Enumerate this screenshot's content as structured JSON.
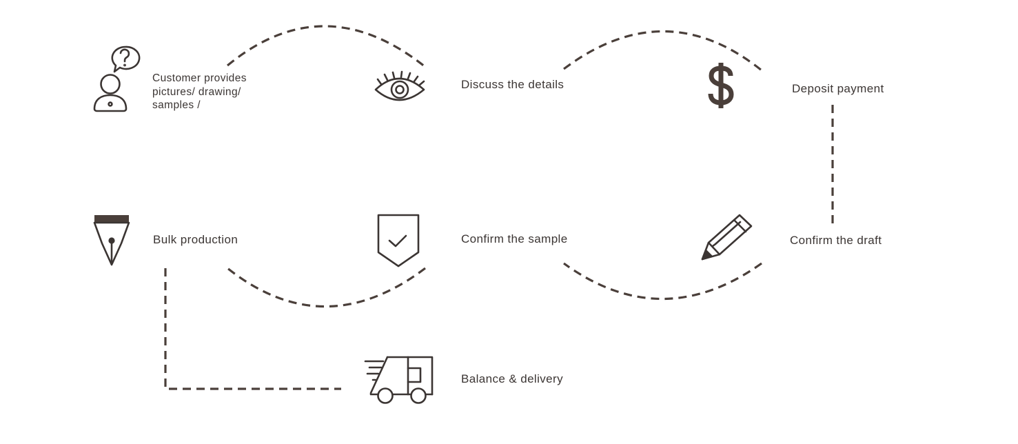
{
  "colors": {
    "ink": "#3b3533",
    "brown": "#4a3f3a",
    "background": "#ffffff"
  },
  "steps": [
    {
      "id": "customer",
      "icon": "customer-question-icon",
      "lines": [
        "Customer provides",
        "pictures/ drawing/",
        "samples /"
      ]
    },
    {
      "id": "discuss",
      "icon": "eye-icon",
      "label": "Discuss the details"
    },
    {
      "id": "deposit",
      "icon": "dollar-icon",
      "label": "Deposit payment"
    },
    {
      "id": "draft",
      "icon": "pencil-icon",
      "label": "Confirm the draft"
    },
    {
      "id": "sample",
      "icon": "shield-check-icon",
      "label": "Confirm the sample"
    },
    {
      "id": "bulk",
      "icon": "fountain-pen-icon",
      "label": "Bulk production"
    },
    {
      "id": "delivery",
      "icon": "delivery-truck-icon",
      "label": "Balance & delivery"
    }
  ]
}
